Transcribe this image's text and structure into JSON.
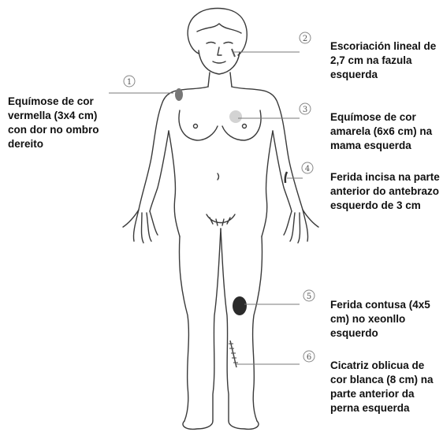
{
  "annotations": [
    {
      "number": "1",
      "text": "Equímose de cor vermella (3x4 cm) con dor no ombro dereito"
    },
    {
      "number": "2",
      "text": "Escoriación lineal de 2,7 cm na fazula esquerda"
    },
    {
      "number": "3",
      "text": "Equímose de cor amarela (6x6 cm) na mama esquerda"
    },
    {
      "number": "4",
      "text": "Ferida incisa na parte anterior do antebrazo esquerdo de 3 cm"
    },
    {
      "number": "5",
      "text": "Ferida contusa (4x5 cm) no xeonllo esquerdo"
    },
    {
      "number": "6",
      "text": "Cicatriz oblicua de cor blanca (8 cm) na parte anterior da perna esquerda"
    }
  ],
  "colors": {
    "outline": "#3a3a3a",
    "leader": "#7a7a7a",
    "bruise_dark": "#2b2b2b",
    "bruise_light": "#c8c8c8"
  }
}
